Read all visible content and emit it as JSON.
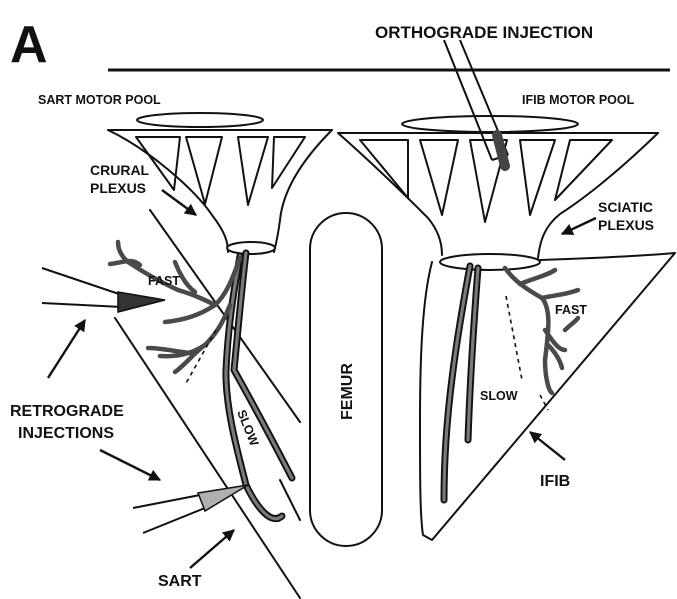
{
  "figure": {
    "panel_letter": "A",
    "labels": {
      "orthograde_injection": "ORTHOGRADE INJECTION",
      "sart_motor_pool": "SART MOTOR POOL",
      "ifib_motor_pool": "IFIB MOTOR POOL",
      "crural_plexus_line1": "CRURAL",
      "crural_plexus_line2": "PLEXUS",
      "sciatic_plexus_line1": "SCIATIC",
      "sciatic_plexus_line2": "PLEXUS",
      "fast_left": "FAST",
      "fast_right": "FAST",
      "slow_left": "SLOW",
      "slow_right": "SLOW",
      "femur": "FEMUR",
      "retrograde_line1": "RETROGRADE",
      "retrograde_line2": "INJECTIONS",
      "ifib": "IFIB",
      "sart": "SART"
    }
  }
}
